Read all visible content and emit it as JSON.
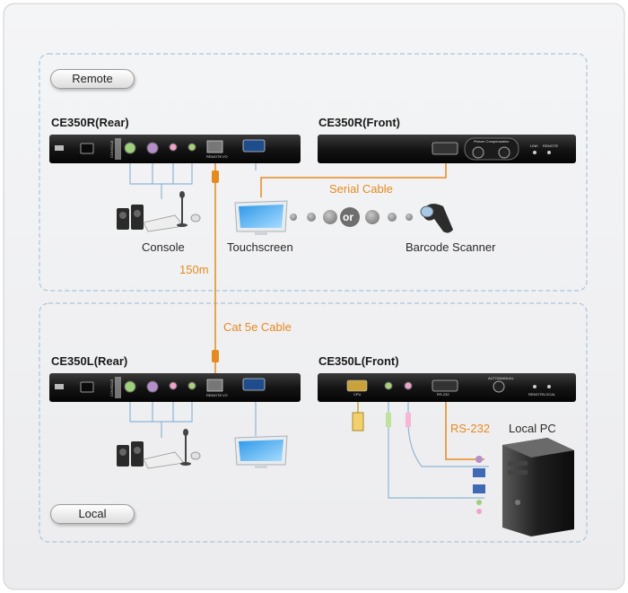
{
  "sections": {
    "remote_label": "Remote",
    "local_label": "Local"
  },
  "devices": {
    "remote_rear": "CE350R(Rear)",
    "remote_front": "CE350R(Front)",
    "local_rear": "CE350L(Rear)",
    "local_front": "CE350L(Front)"
  },
  "captions": {
    "console": "Console",
    "touchscreen": "Touchscreen",
    "barcode": "Barcode Scanner",
    "local_pc": "Local PC",
    "or": "or"
  },
  "cables": {
    "serial": "Serial Cable",
    "distance": "150m",
    "cat5e": "Cat 5e Cable",
    "rs232": "RS-232"
  },
  "panel_text": {
    "picture_compensation": "Picture Compensation",
    "link": "LINK",
    "remote": "REMOTE",
    "local": "LOCAL",
    "auto_manual": "AUTO/MANUAL",
    "cpu": "CPU",
    "rs232_port": "RS-232",
    "console_port": "CONSOLE",
    "remote_io": "REMOTE I/O"
  },
  "colors": {
    "cat5_orange": "#e58a1f",
    "cable_blue": "#8fb6d6",
    "frame_blue": "#a9c4dd"
  }
}
